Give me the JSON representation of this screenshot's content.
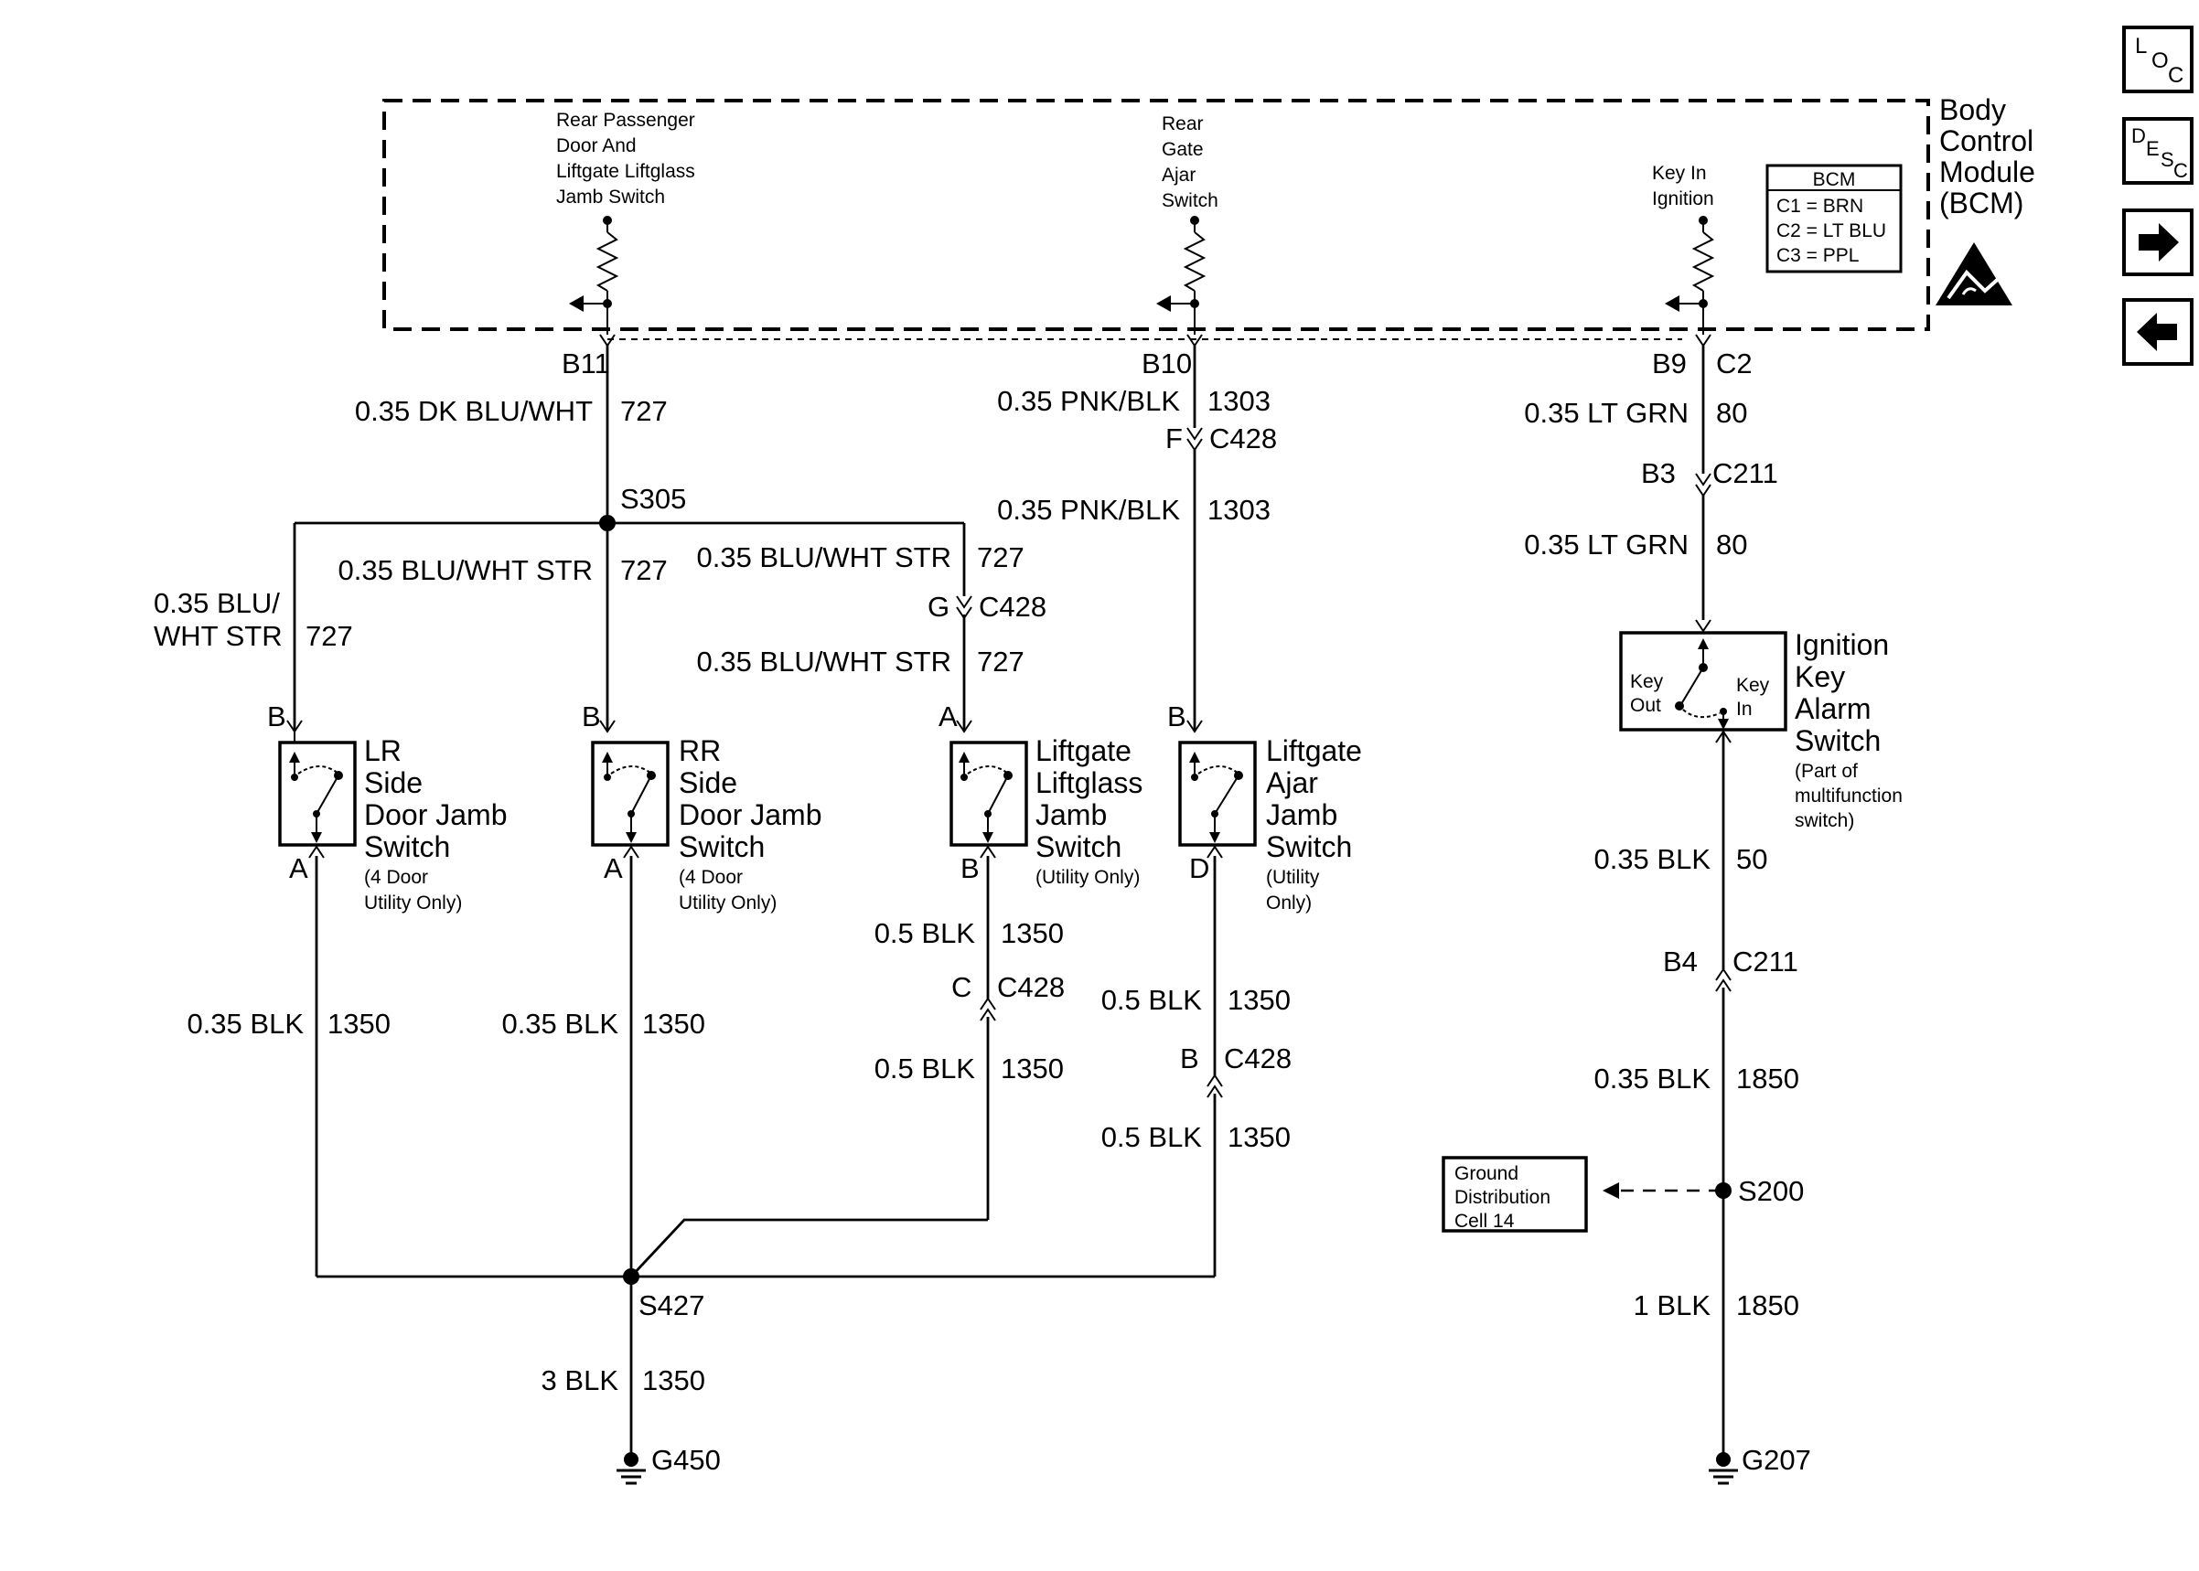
{
  "module": {
    "name_lines": [
      "Body",
      "Control",
      "Module",
      "(BCM)"
    ],
    "legend_title": "BCM",
    "legend_rows": [
      "C1 = BRN",
      "C2 = LT BLU",
      "C3 = PPL"
    ],
    "inputs": [
      {
        "lines": [
          "Rear Passenger",
          "Door And",
          "Liftgate Liftglass",
          "Jamb Switch"
        ]
      },
      {
        "lines": [
          "Rear",
          "Gate",
          "Ajar",
          "Switch"
        ]
      },
      {
        "lines": [
          "Key In",
          "Ignition"
        ]
      }
    ]
  },
  "nav": {
    "loc": {
      "l": "L",
      "o": "O",
      "c": "C"
    },
    "desc": {
      "d": "D",
      "e": "E",
      "s": "S",
      "c": "C"
    }
  },
  "pins": {
    "b11": "B11",
    "b10": "B10",
    "b9": "B9",
    "c2": "C2",
    "f": "F",
    "g": "G",
    "b3": "B3",
    "lr_top": "B",
    "rr_top": "B",
    "lg_top": "A",
    "ga_top": "B",
    "lr_bot": "A",
    "rr_bot": "A",
    "lg_bot": "B",
    "ga_bot": "D",
    "lg_c": "C",
    "ga_b": "B",
    "b4": "B4"
  },
  "connectors": {
    "c428": "C428",
    "c211": "C211"
  },
  "wires": {
    "w727_top": {
      "color": "0.35 DK BLU/WHT",
      "circuit": "727"
    },
    "w727_rr": {
      "color": "0.35 BLU/WHT STR",
      "circuit": "727"
    },
    "w727_lr_1": "0.35 BLU/",
    "w727_lr_2": "WHT STR",
    "w727_lr_c": "727",
    "w727_lg1": {
      "color": "0.35 BLU/WHT STR",
      "circuit": "727"
    },
    "w727_lg2": {
      "color": "0.35 BLU/WHT STR",
      "circuit": "727"
    },
    "w1303_a": {
      "color": "0.35 PNK/BLK",
      "circuit": "1303"
    },
    "w1303_b": {
      "color": "0.35 PNK/BLK",
      "circuit": "1303"
    },
    "w80_a": {
      "color": "0.35 LT GRN",
      "circuit": "80"
    },
    "w80_b": {
      "color": "0.35 LT GRN",
      "circuit": "80"
    },
    "w1350_lr": {
      "color": "0.35 BLK",
      "circuit": "1350"
    },
    "w1350_rr": {
      "color": "0.35 BLK",
      "circuit": "1350"
    },
    "w1350_lg1": {
      "color": "0.5 BLK",
      "circuit": "1350"
    },
    "w1350_lg2": {
      "color": "0.5 BLK",
      "circuit": "1350"
    },
    "w1350_ga1": {
      "color": "0.5 BLK",
      "circuit": "1350"
    },
    "w1350_ga2": {
      "color": "0.5 BLK",
      "circuit": "1350"
    },
    "w1350_main": {
      "color": "3 BLK",
      "circuit": "1350"
    },
    "w50": {
      "color": "0.35 BLK",
      "circuit": "50"
    },
    "w1850_a": {
      "color": "0.35 BLK",
      "circuit": "1850"
    },
    "w1850_b": {
      "color": "1 BLK",
      "circuit": "1850"
    }
  },
  "splices": {
    "s305": "S305",
    "s427": "S427",
    "s200": "S200"
  },
  "grounds": {
    "g450": "G450",
    "g207": "G207"
  },
  "switches": {
    "lr": {
      "lines": [
        "LR",
        "Side",
        "Door Jamb",
        "Switch"
      ],
      "note": [
        "(4 Door",
        "Utility Only)"
      ]
    },
    "rr": {
      "lines": [
        "RR",
        "Side",
        "Door Jamb",
        "Switch"
      ],
      "note": [
        "(4 Door",
        "Utility Only)"
      ]
    },
    "lg": {
      "lines": [
        "Liftgate",
        "Liftglass",
        "Jamb",
        "Switch"
      ],
      "note": [
        "(Utility Only)"
      ]
    },
    "ga": {
      "lines": [
        "Liftgate",
        "Ajar",
        "Jamb",
        "Switch"
      ],
      "note": [
        "(Utility",
        "Only)"
      ]
    },
    "ign": {
      "lines": [
        "Ignition",
        "Key",
        "Alarm",
        "Switch"
      ],
      "note": [
        "(Part of",
        "multifunction",
        "switch)"
      ],
      "key_out": [
        "Key",
        "Out"
      ],
      "key_in": [
        "Key",
        "In"
      ]
    }
  },
  "ground_dist": {
    "lines": [
      "Ground",
      "Distribution",
      "Cell 14"
    ]
  }
}
